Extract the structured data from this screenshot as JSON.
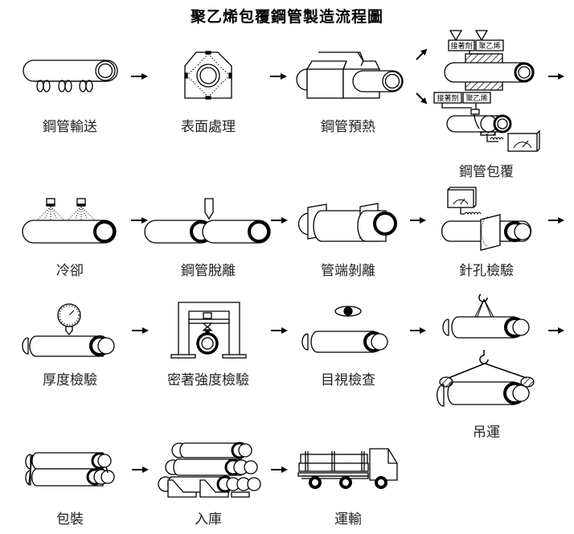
{
  "title": "聚乙烯包覆鋼管製造流程圖",
  "colors": {
    "ink": "#000000",
    "label": "#222222",
    "background": "#ffffff"
  },
  "steps": [
    {
      "id": 1,
      "label": "鋼管輸送",
      "icon": "pipe-on-rollers-icon"
    },
    {
      "id": 2,
      "label": "表面處理",
      "icon": "blast-chamber-icon"
    },
    {
      "id": 3,
      "label": "鋼管預熱",
      "icon": "preheater-icon"
    },
    {
      "id": 4,
      "label": "鋼管包覆",
      "icon": "coating-extruder-icon",
      "materials": [
        "接著劑",
        "聚乙烯"
      ]
    },
    {
      "id": 5,
      "label": "冷卻",
      "icon": "water-spray-icon"
    },
    {
      "id": 6,
      "label": "鋼管脫離",
      "icon": "pipe-cutter-icon"
    },
    {
      "id": 7,
      "label": "管端剝離",
      "icon": "end-stripping-icon"
    },
    {
      "id": 8,
      "label": "針孔檢驗",
      "icon": "holiday-detector-icon"
    },
    {
      "id": 9,
      "label": "厚度檢驗",
      "icon": "thickness-gauge-icon"
    },
    {
      "id": 10,
      "label": "密著強度檢驗",
      "icon": "adhesion-test-frame-icon"
    },
    {
      "id": 11,
      "label": "目視檢查",
      "icon": "eye-icon"
    },
    {
      "id": 12,
      "label": "吊運",
      "icon": "crane-hook-icon"
    },
    {
      "id": 13,
      "label": "包裝",
      "icon": "bundled-pipes-icon"
    },
    {
      "id": 14,
      "label": "入庫",
      "icon": "stacked-pipes-icon"
    },
    {
      "id": 15,
      "label": "運輸",
      "icon": "truck-icon"
    }
  ],
  "flow": "left-to-right, row by row",
  "connectors": "arrow-right-icon"
}
